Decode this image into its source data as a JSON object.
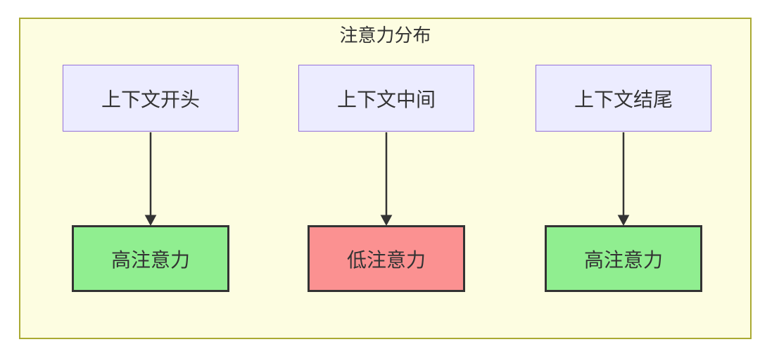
{
  "diagram": {
    "title": "注意力分布",
    "columns": [
      {
        "source_label": "上下文开头",
        "result_label": "高注意力",
        "attention_level": "high"
      },
      {
        "source_label": "上下文中间",
        "result_label": "低注意力",
        "attention_level": "low"
      },
      {
        "source_label": "上下文结尾",
        "result_label": "高注意力",
        "attention_level": "high"
      }
    ],
    "colors": {
      "canvas_background": "#ffffff",
      "subgraph_background": "#fdfde1",
      "subgraph_border": "#aaaa33",
      "source_node_background": "#ececff",
      "source_node_border": "#9370db",
      "high_attention_background": "#90ee90",
      "low_attention_background": "#fb9191",
      "result_node_border": "#333333",
      "arrow_color": "#333333",
      "text_color": "#333333"
    }
  }
}
